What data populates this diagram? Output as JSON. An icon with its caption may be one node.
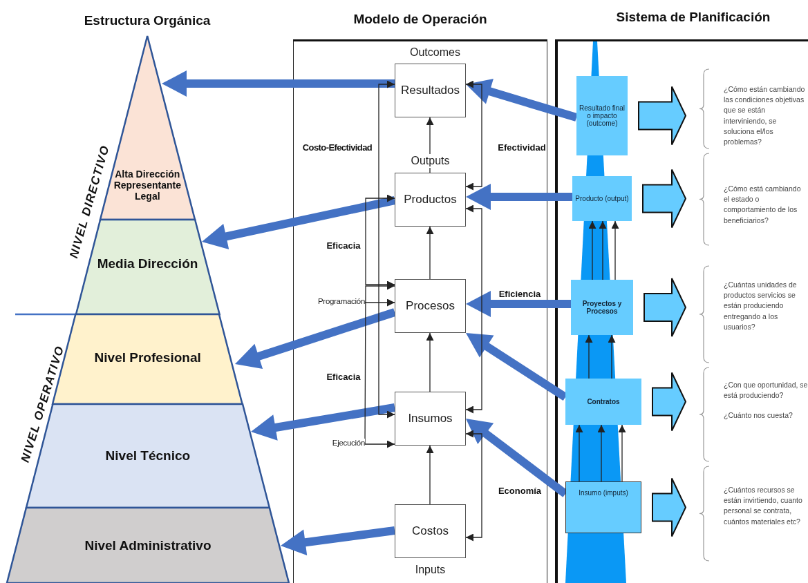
{
  "diagram": {
    "nodes": [
      {
        "text": [
          "Alta Dirección Representante Legal"
        ]
      },
      {
        "text": [
          "Media Dirección"
        ]
      },
      {
        "text": [
          "Nivel Profesional"
        ]
      },
      {
        "text": [
          "Nivel Técnico"
        ]
      },
      {
        "text": [
          "Nivel Administrativo"
        ]
      },
      {
        "text": [
          "Resultados"
        ],
        "beside": [
          "Outcomes"
        ]
      },
      {
        "text": [
          "Productos"
        ],
        "beside": [
          "Outputs"
        ]
      },
      {
        "text": [
          "Procesos"
        ]
      },
      {
        "text": [
          "Insumos"
        ]
      },
      {
        "text": [
          "Costos"
        ],
        "beside": [
          "Inputs"
        ]
      },
      {
        "text": [
          "Programación"
        ]
      },
      {
        "text": [
          "Ejecución"
        ]
      },
      {
        "text": [
          "Resultado final o impacto (outcome)"
        ]
      },
      {
        "text": [
          "Producto (output)"
        ]
      },
      {
        "text": [
          "Proyectos y Procesos"
        ]
      },
      {
        "text": [
          "Contratos"
        ]
      },
      {
        "text": [
          "Insumo (imputs)"
        ]
      },
      {
        "text": [
          "¿Cómo están cambiando las condiciones objetivas que se están interviniendo, se soluciona el/los problemas?"
        ]
      },
      {
        "text": [
          "¿Cómo está cambiando el estado o comportamiento de los beneficiarios?"
        ]
      },
      {
        "text": [
          "¿Cuántas unidades de productos servicios se están produciendo entregando a los usuarios?"
        ]
      },
      {
        "text": [
          "¿Con que oportunidad, se está produciendo?",
          "¿Cuánto nos cuesta?"
        ]
      },
      {
        "text": [
          "¿Cuántos recursos se están invirtiendo, cuanto personal se contrata, cuántos materiales etc?"
        ]
      }
    ],
    "edges": [
      {
        "from": 5,
        "to": 0,
        "arrow": "to",
        "style": "thick",
        "color": "#4472c4"
      },
      {
        "from": 6,
        "to": 1,
        "arrow": "to",
        "style": "thick",
        "color": "#4472c4"
      },
      {
        "from": 7,
        "to": 2,
        "arrow": "to",
        "style": "thick",
        "color": "#4472c4"
      },
      {
        "from": 8,
        "to": 3,
        "arrow": "to",
        "style": "thick",
        "color": "#4472c4"
      },
      {
        "from": 9,
        "to": 4,
        "arrow": "to",
        "style": "thick",
        "color": "#4472c4"
      },
      {
        "from": 12,
        "to": 5,
        "arrow": "to",
        "style": "thick",
        "color": "#4472c4"
      },
      {
        "from": 13,
        "to": 6,
        "arrow": "to",
        "style": "thick",
        "color": "#4472c4"
      },
      {
        "from": 14,
        "to": 7,
        "arrow": "to",
        "style": "thick",
        "color": "#4472c4"
      },
      {
        "from": 15,
        "to": 7,
        "arrow": "to",
        "style": "thick",
        "color": "#4472c4"
      },
      {
        "from": 16,
        "to": 8,
        "arrow": "to",
        "style": "thick",
        "color": "#4472c4"
      },
      {
        "from": 6,
        "to": 5,
        "arrow": "to"
      },
      {
        "from": 7,
        "to": 6,
        "arrow": "to"
      },
      {
        "from": 8,
        "to": 7,
        "arrow": "to"
      },
      {
        "from": 9,
        "to": 8,
        "arrow": "to"
      },
      {
        "from": 6,
        "to": 5,
        "arrow": "both"
      },
      {
        "from": 8,
        "to": 6,
        "arrow": "both"
      },
      {
        "from": 9,
        "to": 8,
        "arrow": "both"
      },
      {
        "from": 8,
        "to": 5,
        "arrow": "both"
      },
      {
        "from": 7,
        "to": 6,
        "arrow": "both"
      },
      {
        "from": 10,
        "to": 7,
        "arrow": "to"
      },
      {
        "from": 11,
        "to": 8,
        "arrow": "to"
      },
      {
        "from": 11,
        "to": 7,
        "arrow": "to"
      },
      {
        "from": 16,
        "to": 15,
        "arrow": "to"
      },
      {
        "from": 16,
        "to": 15,
        "arrow": "to"
      },
      {
        "from": 16,
        "to": 15,
        "arrow": "to"
      },
      {
        "from": 15,
        "to": 14,
        "arrow": "to"
      },
      {
        "from": 15,
        "to": 14,
        "arrow": "to"
      },
      {
        "from": 14,
        "to": 13,
        "arrow": "to"
      },
      {
        "from": 14,
        "to": 13,
        "arrow": "to"
      },
      {
        "from": 14,
        "to": 13,
        "arrow": "to"
      },
      {
        "from": 12,
        "to": 17,
        "arrow": "to",
        "style": "thick",
        "color": "#66ccff"
      },
      {
        "from": 13,
        "to": 18,
        "arrow": "to",
        "style": "thick",
        "color": "#66ccff"
      },
      {
        "from": 14,
        "to": 19,
        "arrow": "to",
        "style": "thick",
        "color": "#66ccff"
      },
      {
        "from": 15,
        "to": 20,
        "arrow": "to",
        "style": "thick",
        "color": "#66ccff"
      },
      {
        "from": 16,
        "to": 21,
        "arrow": "to",
        "style": "thick",
        "color": "#66ccff"
      }
    ],
    "labels": [
      "Estructura Orgánica",
      "Modelo de Operación",
      "Sistema de Planificación",
      "NIVEL DIRECTIVO",
      "Costo-Efectividad",
      "Efectividad",
      "Eficacia",
      "Eficiencia",
      "NIVEL OPERATIVO",
      "Eficacia",
      "Economía"
    ]
  }
}
